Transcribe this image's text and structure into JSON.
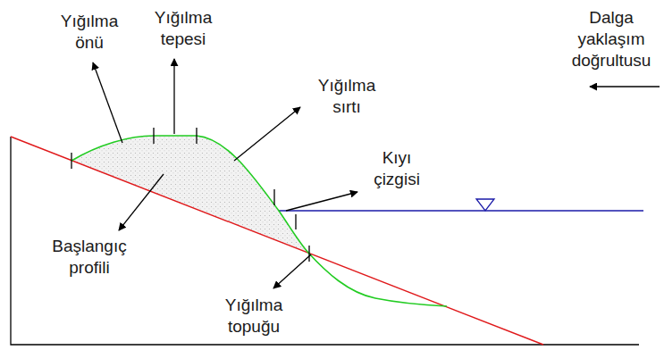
{
  "diagram": {
    "labels": [
      "Yığılma önü",
      "Yığılma tepesi",
      "Dalga yaklaşım doğrultusu",
      "Yığılma sırtı",
      "Kıyı çizgisi",
      "Başlangıç profili",
      "Yığılma topuğu"
    ]
  }
}
